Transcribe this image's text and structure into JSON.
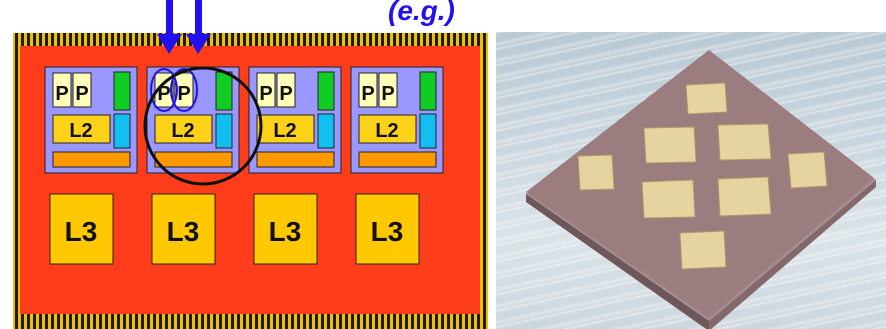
{
  "title_fragment": "(e.g.)",
  "chip_diagram": {
    "processor_label": "P",
    "l2_label": "L2",
    "l3_label": "L3",
    "module_count": 4,
    "colors": {
      "die_background": "#ff3d1a",
      "pin_stripe": "#f0c000",
      "pin_gap": "#1a1a1a",
      "module_fill": "#9a98ff",
      "processor_fill": "#ffffb8",
      "l2_fill": "#ffd21a",
      "green_block": "#11cc22",
      "cyan_block": "#11bff0",
      "orange_bar": "#ff9900",
      "l3_fill": "#ffc800",
      "highlight_ring": "#111111",
      "arrows": "#2211ee"
    }
  },
  "photo": {
    "package_color": "#9b7d80",
    "chip_color": "#e6d4a0"
  }
}
